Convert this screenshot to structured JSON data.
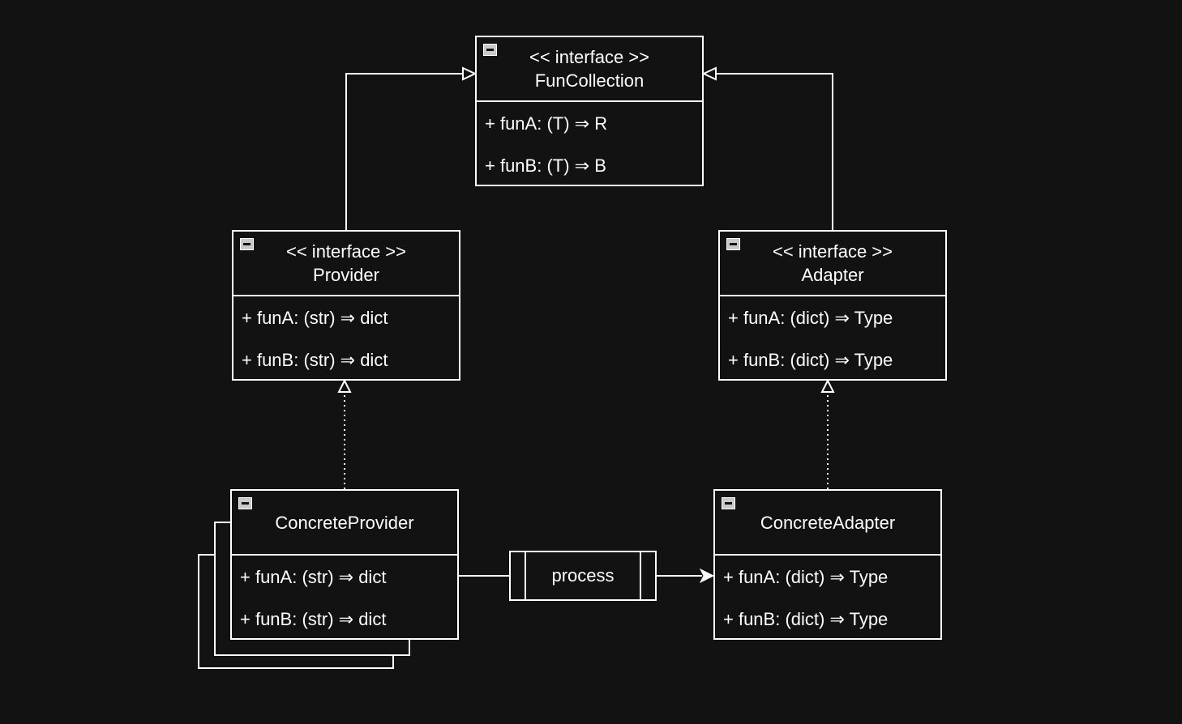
{
  "diagram": {
    "fun_collection": {
      "stereotype": "<< interface >>",
      "name": "FunCollection",
      "members": [
        "+ funA: (T) ⇒ R",
        "+ funB: (T) ⇒ B"
      ]
    },
    "provider": {
      "stereotype": "<< interface >>",
      "name": "Provider",
      "members": [
        "+ funA: (str) ⇒ dict",
        "+ funB: (str) ⇒ dict"
      ]
    },
    "adapter": {
      "stereotype": "<< interface >>",
      "name": "Adapter",
      "members": [
        "+ funA: (dict) ⇒ Type",
        "+ funB: (dict) ⇒ Type"
      ]
    },
    "concrete_provider": {
      "name": "ConcreteProvider",
      "members": [
        "+ funA: (str) ⇒ dict",
        "+ funB: (str) ⇒ dict"
      ]
    },
    "concrete_adapter": {
      "name": "ConcreteAdapter",
      "members": [
        "+ funA: (dict) ⇒ Type",
        "+ funB: (dict) ⇒ Type"
      ]
    },
    "process": {
      "label": "process"
    }
  },
  "colors": {
    "background": "#121212",
    "stroke": "#ffffff",
    "collapse_icon": "#c9c9c9"
  }
}
